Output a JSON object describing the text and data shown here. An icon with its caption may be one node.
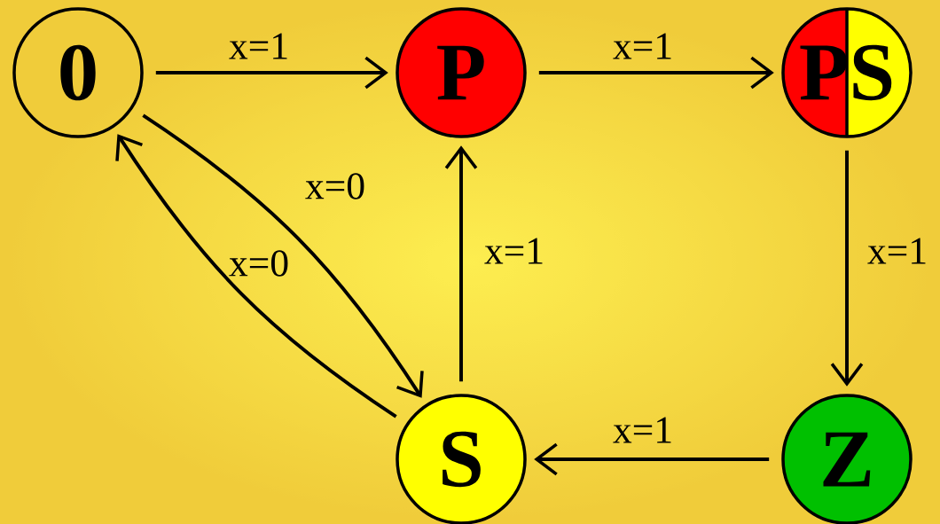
{
  "diagram": {
    "nodes": [
      {
        "text": [
          "0"
        ]
      },
      {
        "text": [
          "P"
        ]
      },
      {
        "text": [
          "PS"
        ]
      },
      {
        "text": [
          "S"
        ]
      },
      {
        "text": [
          "Z"
        ]
      }
    ],
    "edges": [
      {
        "from": 0,
        "to": 1,
        "arrow": "to",
        "label": "x=1"
      },
      {
        "from": 1,
        "to": 2,
        "arrow": "to",
        "label": "x=1"
      },
      {
        "from": 0,
        "to": 3,
        "arrow": "to",
        "label": "x=0"
      },
      {
        "from": 3,
        "to": 0,
        "arrow": "to",
        "label": "x=0"
      },
      {
        "from": 3,
        "to": 1,
        "arrow": "to",
        "label": "x=1"
      },
      {
        "from": 2,
        "to": 4,
        "arrow": "to",
        "label": "x=1"
      },
      {
        "from": 4,
        "to": 3,
        "arrow": "to",
        "label": "x=1"
      }
    ]
  }
}
